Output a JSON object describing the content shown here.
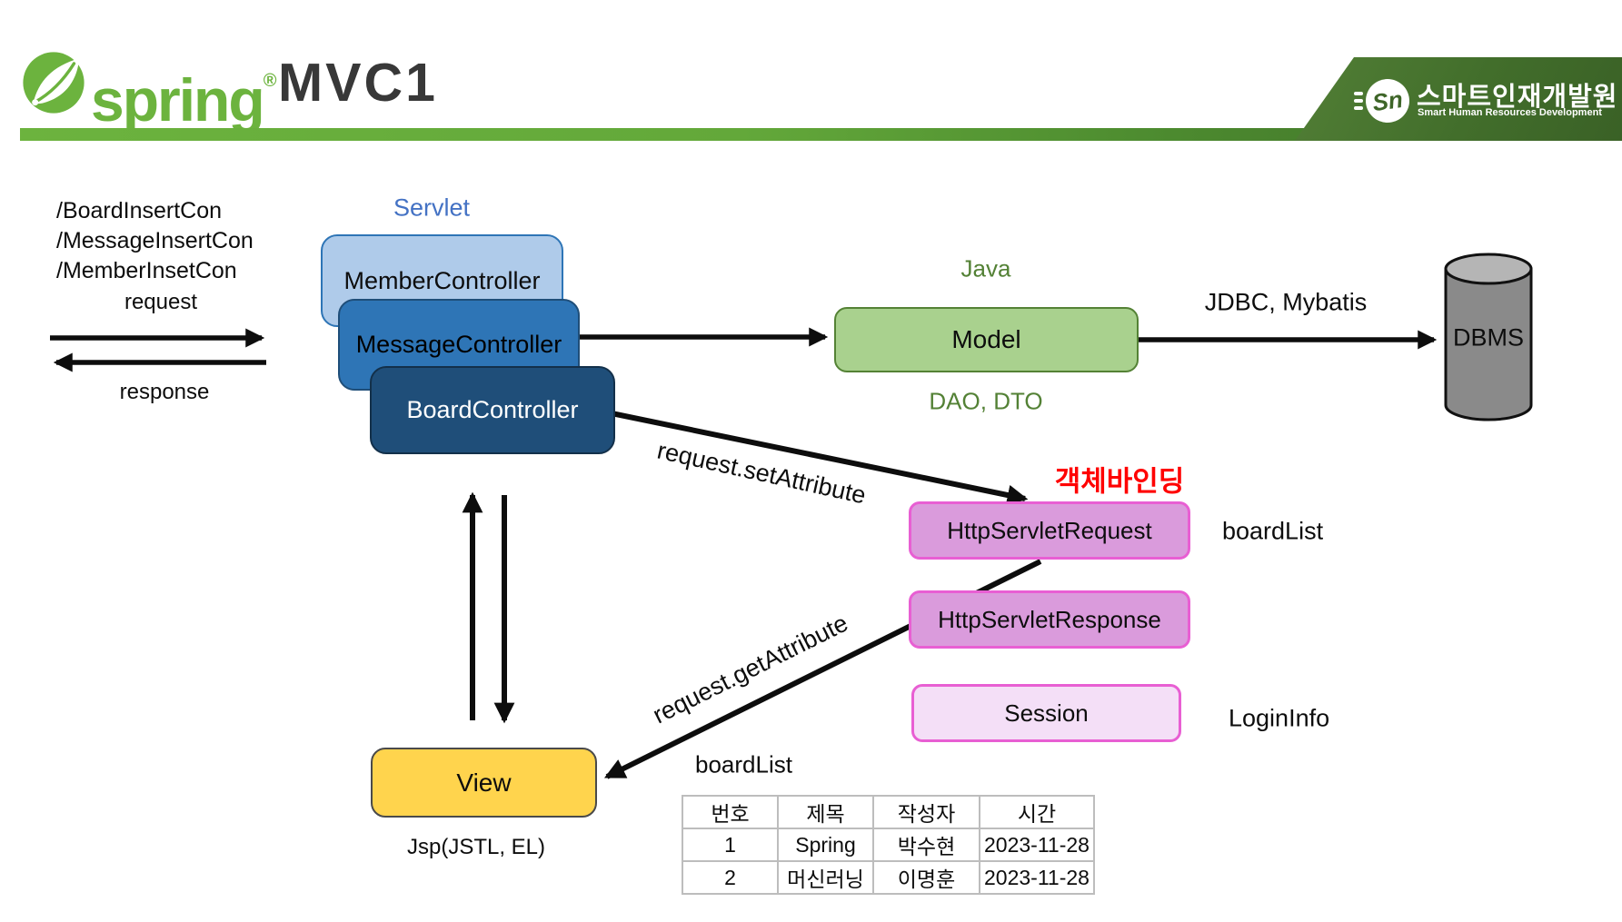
{
  "header": {
    "brand": "spring",
    "registered_mark": "®",
    "title": "MVC1",
    "org": {
      "monogram": "Sn",
      "name_korean": "스마트인재개발원",
      "name_english": "Smart Human Resources Development"
    }
  },
  "labels": {
    "routes": [
      "/BoardInsertCon",
      "/MessageInsertCon",
      "/MemberInsetCon"
    ],
    "request": "request",
    "response": "response",
    "servlet": "Servlet",
    "java": "Java",
    "dao_dto": "DAO, DTO",
    "jdbc_mybatis": "JDBC, Mybatis",
    "set_attribute": "request.setAttribute",
    "get_attribute": "request.getAttribute",
    "object_binding": "객체바인딩",
    "board_list_attr": "boardList",
    "login_info": "LoginInfo",
    "board_list_table": "boardList",
    "jsp": "Jsp(JSTL, EL)"
  },
  "nodes": {
    "member_controller": "MemberController",
    "message_controller": "MessageController",
    "board_controller": "BoardController",
    "model": "Model",
    "dbms": "DBMS",
    "http_servlet_request": "HttpServletRequest",
    "http_servlet_response": "HttpServletResponse",
    "session": "Session",
    "view": "View"
  },
  "table": {
    "headers": [
      "번호",
      "제목",
      "작성자",
      "시간"
    ],
    "rows": [
      [
        "1",
        "Spring",
        "박수현",
        "2023-11-28"
      ],
      [
        "2",
        "머신러닝",
        "이명훈",
        "2023-11-28"
      ]
    ]
  },
  "colors": {
    "spring_green": "#6DB33F",
    "banner_dark_green": "#3F6B28",
    "servlet_blue": "#4472C4",
    "member_fill": "#AFCBEA",
    "message_fill": "#2E75B6",
    "board_fill": "#1F4E79",
    "model_fill": "#A9D18E",
    "model_text_green": "#538135",
    "pink_fill": "#DA9BDC",
    "pink_border": "#E85FD3",
    "session_fill": "#F4DFF7",
    "view_fill": "#FFD44D",
    "dbms_gray": "#8A8A8A",
    "binding_red": "#FF0000"
  }
}
